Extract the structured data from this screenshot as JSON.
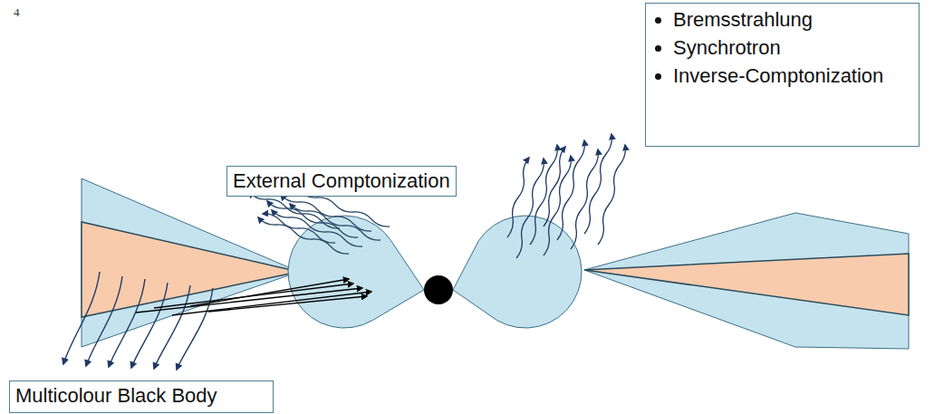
{
  "diagram": {
    "nodes": [
      {
        "text": [
          "Bremsstrahlung",
          "Synchrotron",
          "Inverse-Comptonization"
        ]
      },
      {
        "text": [
          "External Comptonization"
        ]
      },
      {
        "text": [
          "Multicolour Black Body"
        ]
      }
    ],
    "labels": [
      "4"
    ]
  }
}
